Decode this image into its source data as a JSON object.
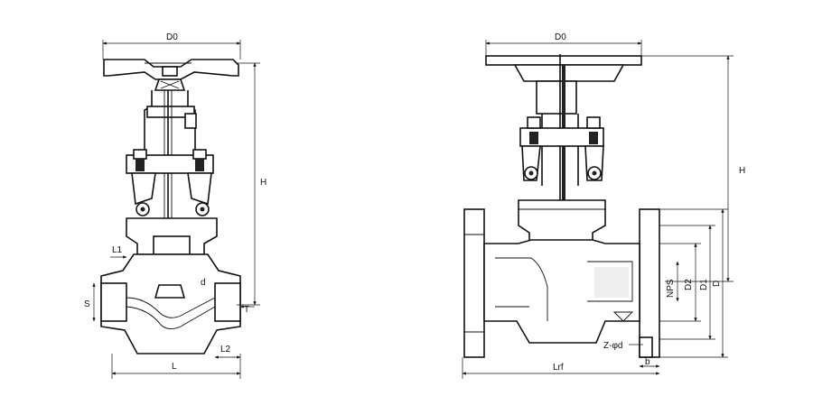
{
  "left_view": {
    "dims": {
      "D0": "D0",
      "H": "H",
      "L1": "L1",
      "d": "d",
      "S": "S",
      "T": "T",
      "L2": "L2",
      "L": "L"
    }
  },
  "right_view": {
    "dims": {
      "D0": "D0",
      "H": "H",
      "NPS": "NPS",
      "D2": "D2",
      "D1": "D1",
      "D": "D",
      "Zd": "Z-φd",
      "Lrf": "Lrf",
      "b": "b"
    }
  }
}
